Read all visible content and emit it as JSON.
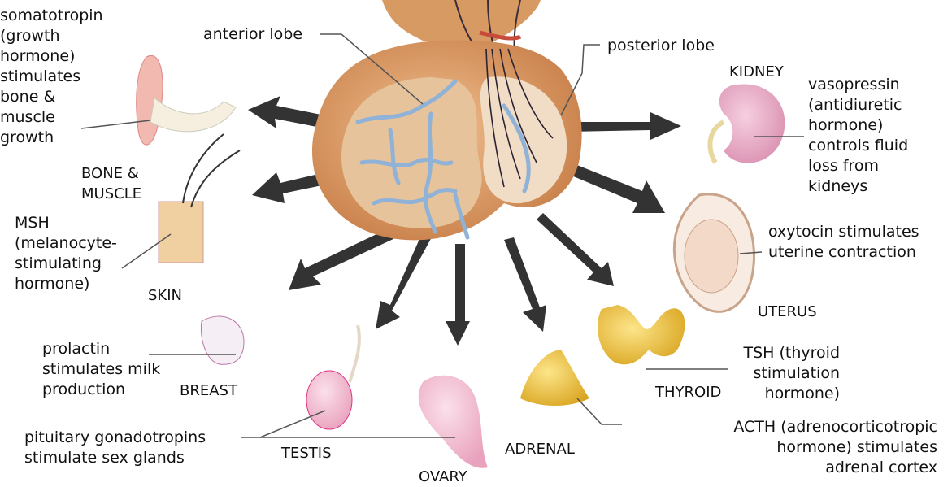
{
  "labels": {
    "somatotropin": "somatotropin\n(growth\nhormone)\nstimulates\nbone &\nmuscle\ngrowth",
    "anterior_lobe": "anterior lobe",
    "posterior_lobe": "posterior lobe",
    "kidney_title": "KIDNEY",
    "vasopressin": "vasopressin\n(antidiuretic\nhormone)\ncontrols fluid\nloss from\nkidneys",
    "bone_muscle": "BONE &\nMUSCLE",
    "msh": "MSH\n(melanocyte-\nstimulating\nhormone)",
    "skin": "SKIN",
    "oxytocin": "oxytocin stimulates\nuterine contraction",
    "uterus": "UTERUS",
    "prolactin": "prolactin\nstimulates milk\nproduction",
    "breast": "BREAST",
    "tsh": "TSH (thyroid\nstimulation\nhormone)",
    "thyroid": "THYROID",
    "testis": "TESTIS",
    "adrenal": "ADRENAL",
    "acth": "ACTH (adrenocorticotropic\nhormone) stimulates\nadrenal cortex",
    "gonadotropins": "pituitary gonadotropins\nstimulate sex glands",
    "ovary": "OVARY"
  },
  "colors": {
    "capsule": "#d79a63",
    "anterior_tissue": "#e9c8a3",
    "posterior_tissue": "#efd8c0",
    "vessels": "#8fb2d6",
    "arrows": "#333333",
    "leader_lines": "#555555"
  }
}
